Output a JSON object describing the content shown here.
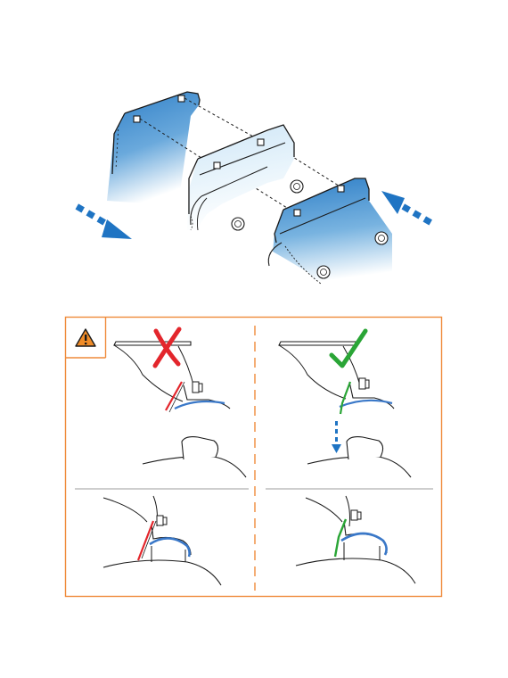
{
  "figure": {
    "kind": "assembly-instruction",
    "colors": {
      "ink": "#1a1a1a",
      "panel_blue": "#2f7fc7",
      "panel_light": "#dff0fb",
      "arrow_blue": "#1f74c3",
      "frame_orange": "#ef8a3a",
      "warning_orange": "#f08c28",
      "wrong_red": "#e3262c",
      "right_green": "#2aa536",
      "clip_blue": "#3a78c8",
      "divider_gray": "#9c9c9c"
    },
    "icons": {
      "warning": "warning-triangle-icon",
      "wrong": "cross-mark-icon",
      "right": "check-mark-icon",
      "insert": "dotted-down-arrow-icon",
      "move_out": "dotted-arrow-left-down-icon",
      "move_in": "dotted-arrow-right-up-icon"
    },
    "panels": [
      {
        "verdict": "wrong",
        "step": "before-insert"
      },
      {
        "verdict": "right",
        "step": "before-insert"
      },
      {
        "verdict": "wrong",
        "step": "installed"
      },
      {
        "verdict": "right",
        "step": "installed"
      }
    ]
  }
}
